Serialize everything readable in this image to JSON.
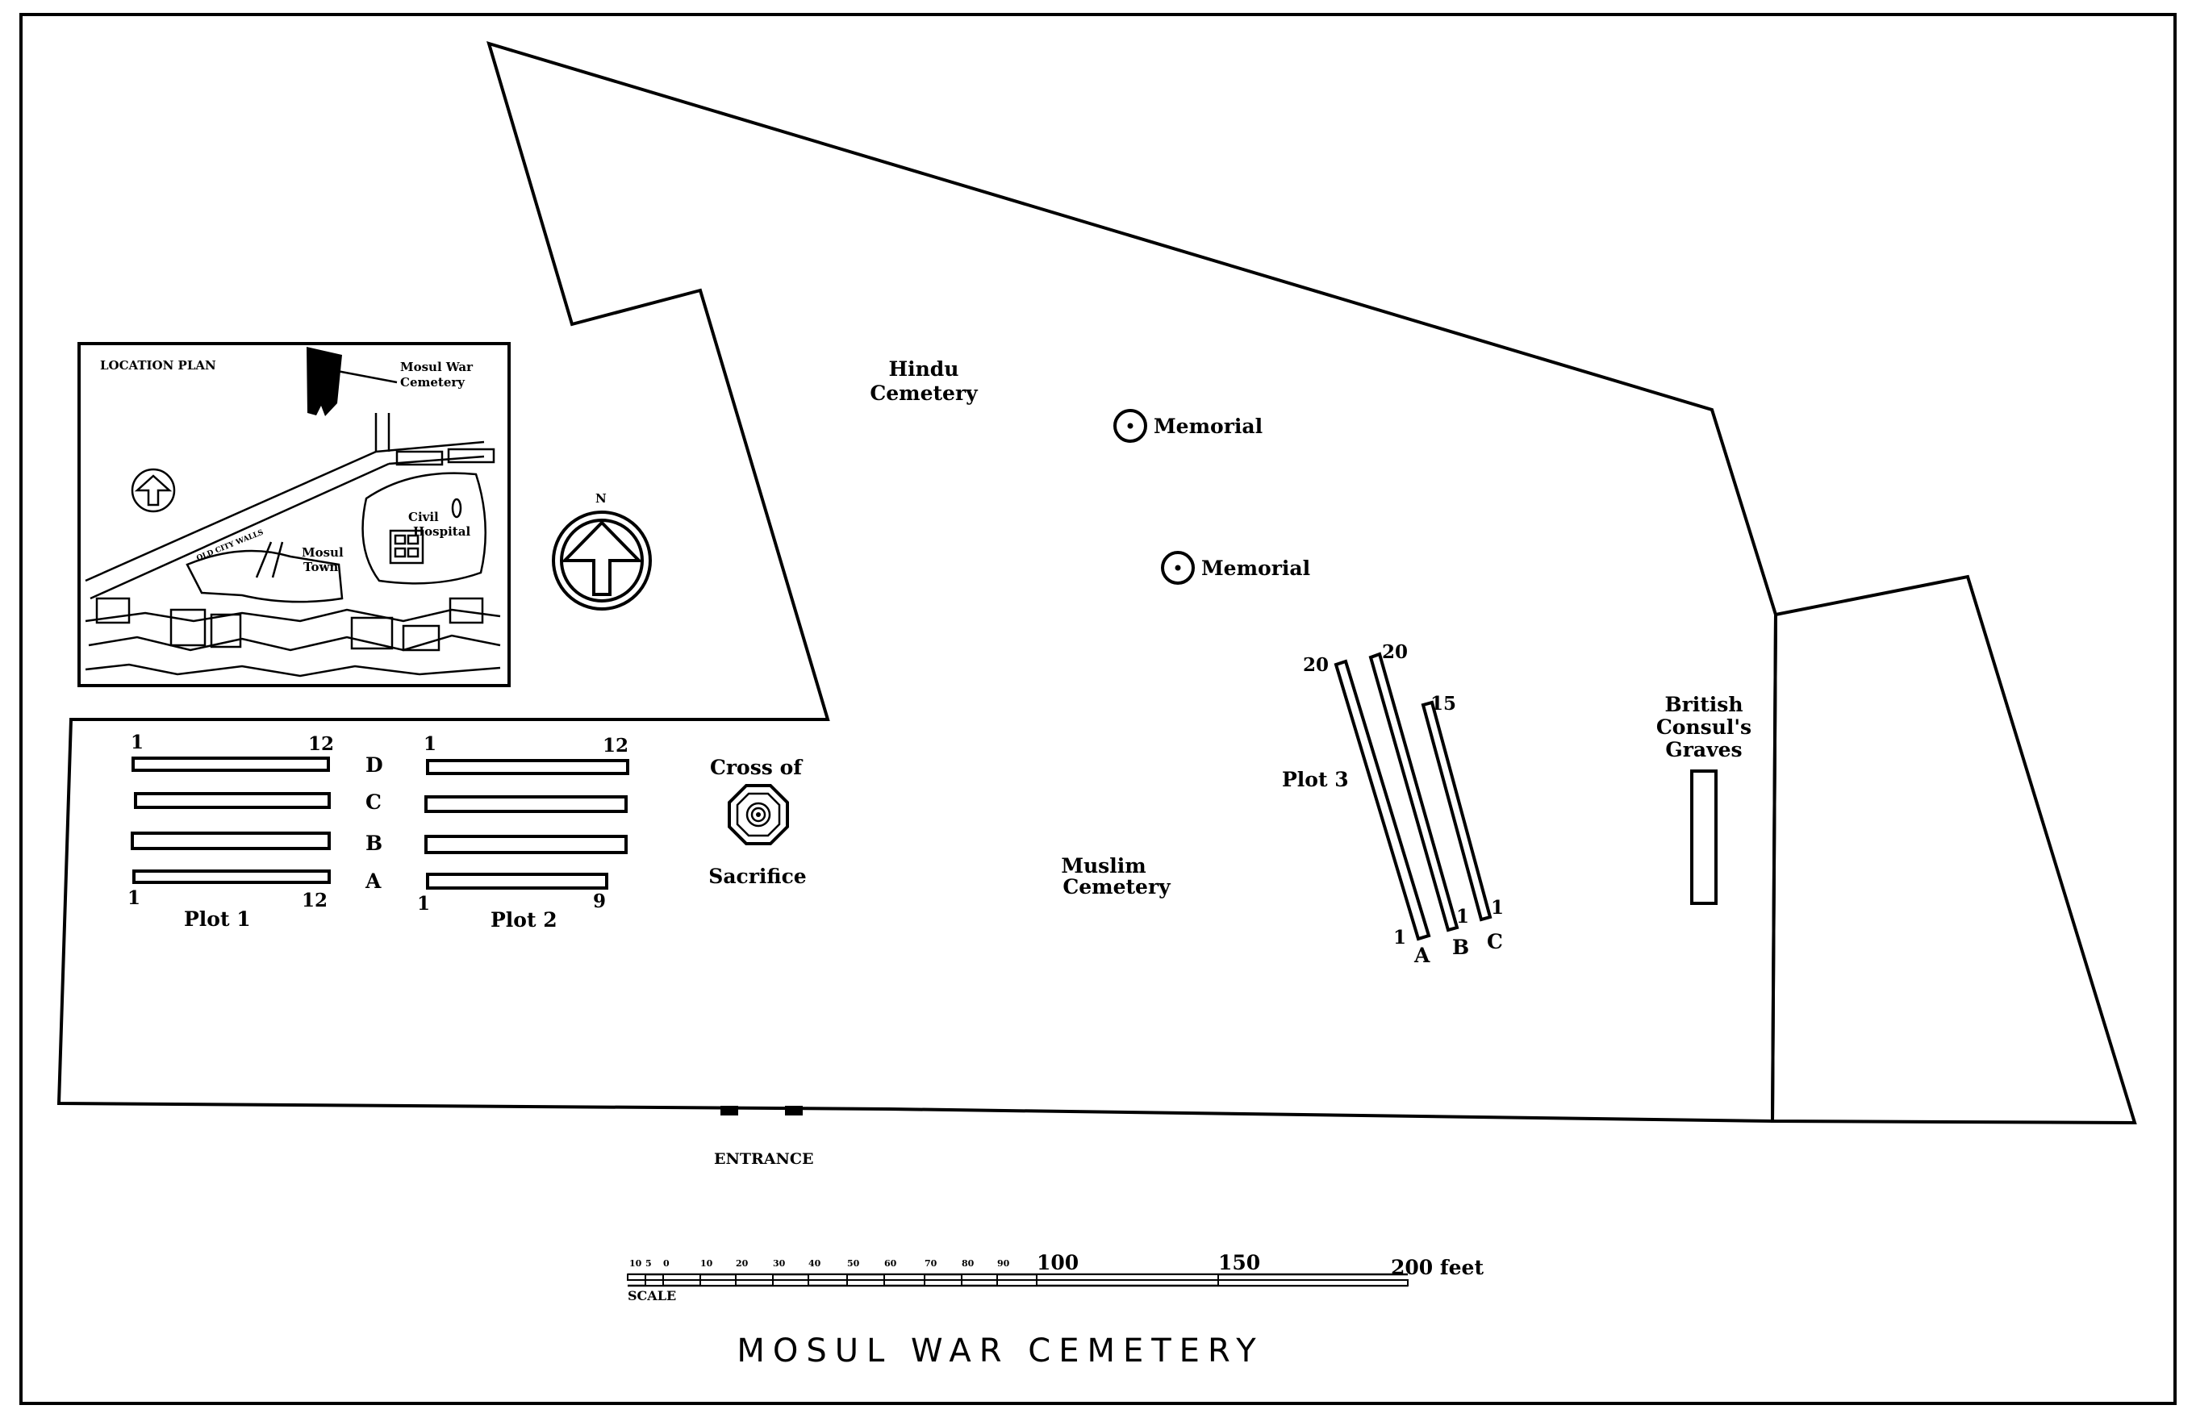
{
  "title": "MOSUL WAR CEMETERY",
  "entrance": "ENTRANCE",
  "areas": {
    "hindu": [
      "Hindu",
      "Cemetery"
    ],
    "muslim": [
      "Muslim",
      "Cemetery"
    ],
    "british": [
      "British",
      "Consul's",
      "Graves"
    ]
  },
  "memorials": [
    "Memorial",
    "Memorial"
  ],
  "cross": [
    "Cross of",
    "Sacrifice"
  ],
  "north": "N",
  "location_plan": {
    "title": "LOCATION PLAN",
    "cemetery_label": [
      "Mosul War",
      "Cemetery"
    ],
    "hospital": [
      "Civil",
      "Hospital"
    ],
    "town": [
      "Mosul",
      "Town"
    ],
    "road": "OLD CITY WALLS"
  },
  "plot1": {
    "name": "Plot  1",
    "top_left": "1",
    "top_right": "12",
    "bottom_left": "1",
    "bottom_right": "12"
  },
  "rows": [
    "D",
    "C",
    "B",
    "A"
  ],
  "plot2": {
    "name": "Plot  2",
    "top_left": "1",
    "top_right": "12",
    "bottom_left": "1",
    "bottom_right": "9"
  },
  "plot3": {
    "name": "Plot  3",
    "row_a": {
      "letter": "A",
      "start": "1",
      "end": "20"
    },
    "row_b": {
      "letter": "B",
      "start": "1",
      "end": "20"
    },
    "row_c": {
      "letter": "C",
      "start": "1",
      "end": "15"
    }
  },
  "scale": {
    "label": "SCALE",
    "small_ticks": [
      "10",
      "5",
      "0",
      "10",
      "20",
      "30",
      "40",
      "50",
      "60",
      "70",
      "80",
      "90"
    ],
    "major_ticks": [
      "100",
      "150"
    ],
    "end": "200 feet"
  }
}
